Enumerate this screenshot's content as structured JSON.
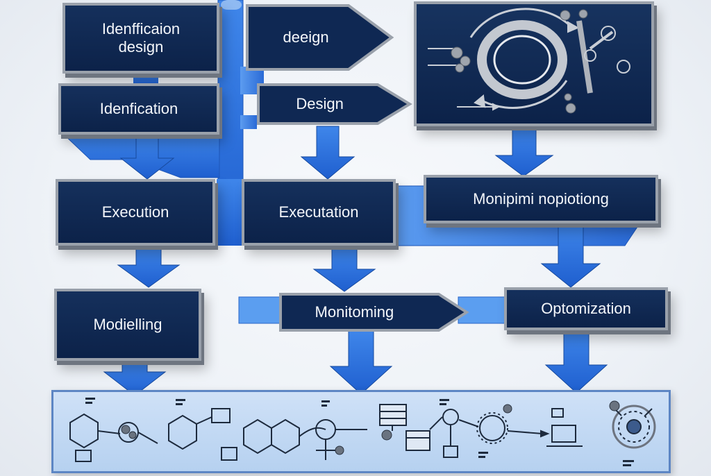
{
  "diagram": {
    "boxes": {
      "identification_design": "Idenfficaion\ndesign",
      "design_top": "deeign",
      "idenfication": "Idenfication",
      "design": "Design",
      "execution": "Execution",
      "executation": "Executation",
      "monipimi": "Monipimi nopiotiong",
      "modelling": "Modielling",
      "monitoming": "Monitoming",
      "optomization": "Optomization"
    }
  }
}
